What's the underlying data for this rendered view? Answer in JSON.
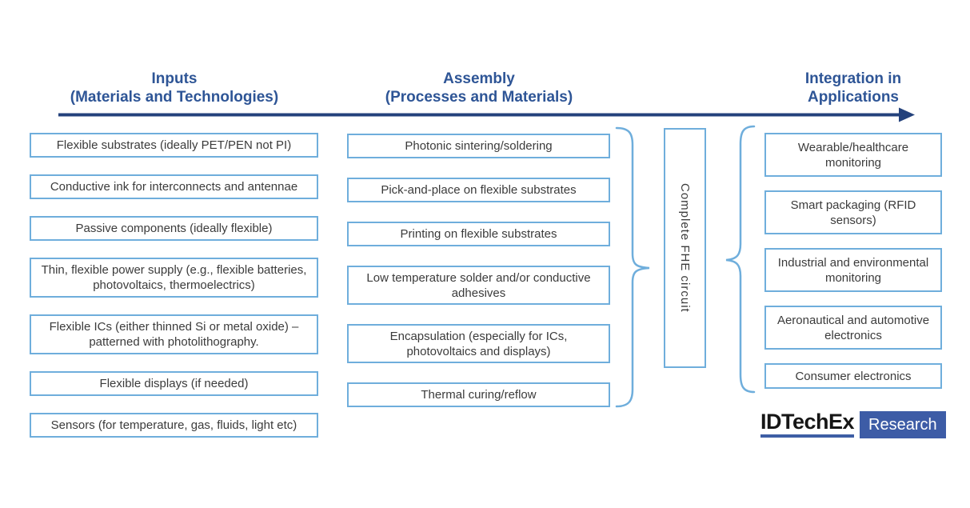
{
  "diagram": {
    "headers": {
      "inputs": {
        "line1": "Inputs",
        "line2": "(Materials and Technologies)"
      },
      "assembly": {
        "line1": "Assembly",
        "line2": "(Processes and Materials)"
      },
      "applications": {
        "line1": "Integration in",
        "line2": "Applications"
      }
    },
    "inputs_items": [
      "Flexible substrates (ideally PET/PEN not PI)",
      "Conductive ink for interconnects and antennae",
      "Passive components (ideally flexible)",
      "Thin, flexible power supply (e.g., flexible batteries, photovoltaics, thermoelectrics)",
      "Flexible ICs (either thinned Si or metal oxide) – patterned with photolithography.",
      "Flexible displays (if needed)",
      "Sensors (for temperature, gas, fluids, light etc)"
    ],
    "assembly_items": [
      "Photonic sintering/soldering",
      "Pick-and-place on flexible substrates",
      "Printing on flexible substrates",
      "Low temperature solder and/or conductive adhesives",
      "Encapsulation (especially for ICs, photovoltaics and displays)",
      "Thermal curing/reflow"
    ],
    "applications_items": [
      "Wearable/healthcare monitoring",
      "Smart packaging (RFID sensors)",
      "Industrial and environmental monitoring",
      "Aeronautical and automotive electronics",
      "Consumer electronics"
    ],
    "center_box_label": "Complete FHE circuit"
  },
  "logo": {
    "brand": "IDTechEx",
    "suffix": "Research"
  },
  "colors": {
    "header_text": "#2E5596",
    "arrow": "#24427C",
    "box_border": "#6FAEDC",
    "box_text": "#3B3B3B",
    "brace": "#6FAEDC",
    "logo_underline": "#3E5EA5",
    "research_bg": "#3D5CA6"
  }
}
